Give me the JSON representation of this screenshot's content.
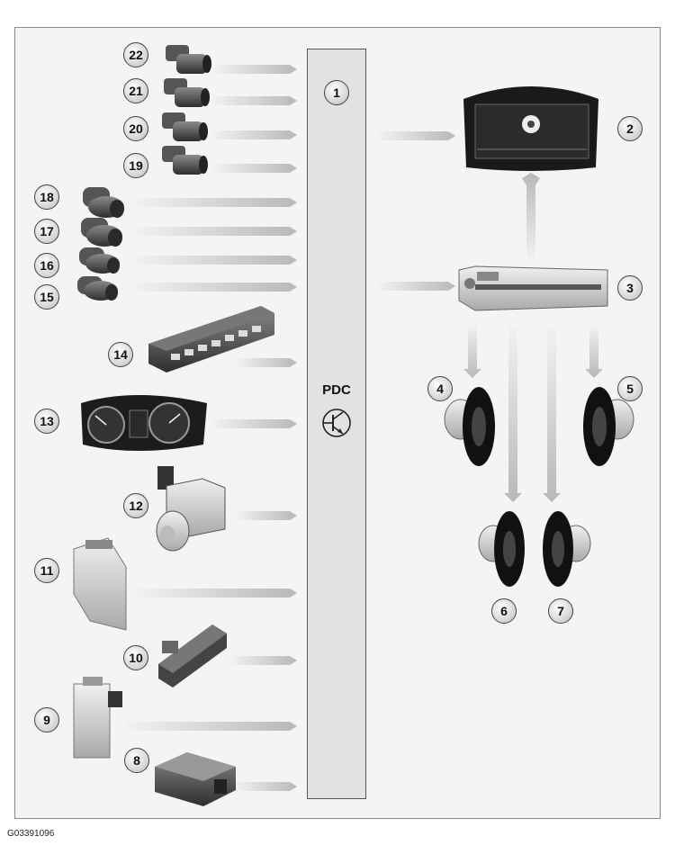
{
  "module": {
    "label": "PDC"
  },
  "callouts": {
    "n1": "1",
    "n2": "2",
    "n3": "3",
    "n4": "4",
    "n5": "5",
    "n6": "6",
    "n7": "7",
    "n8": "8",
    "n9": "9",
    "n10": "10",
    "n11": "11",
    "n12": "12",
    "n13": "13",
    "n14": "14",
    "n15": "15",
    "n16": "16",
    "n17": "17",
    "n18": "18",
    "n19": "19",
    "n20": "20",
    "n21": "21",
    "n22": "22"
  },
  "figure_id": "G03391096",
  "colors": {
    "module_fill": "#e2e2e2",
    "arrow_fill": "#c9c9c9",
    "component_dark": "#3a3a3a"
  }
}
